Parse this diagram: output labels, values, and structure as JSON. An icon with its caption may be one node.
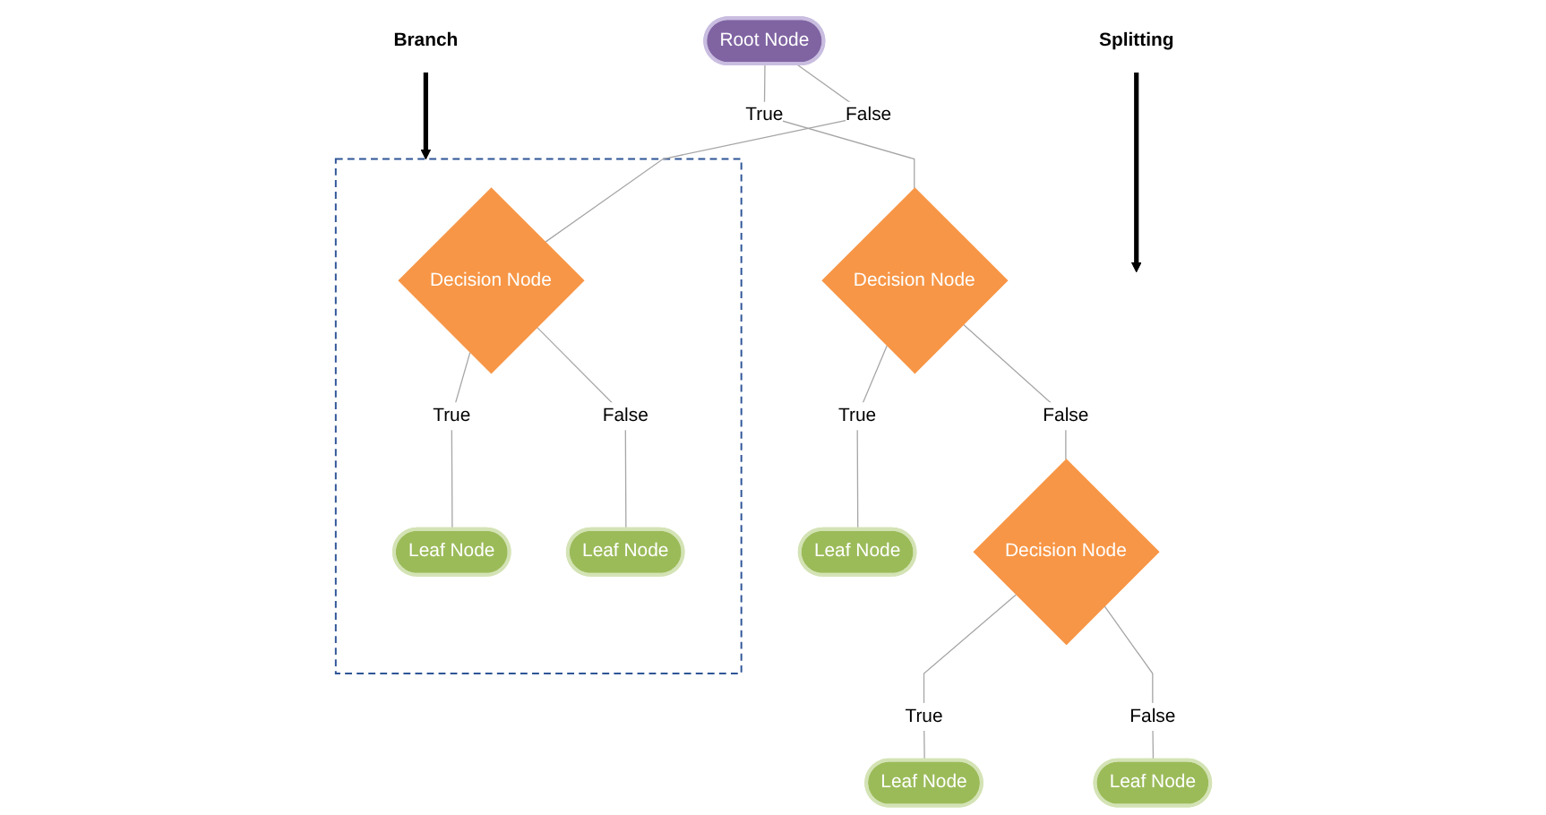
{
  "diagram": {
    "nodes": [
      {
        "text": [
          "Root Node"
        ]
      },
      {
        "text": [
          "Splitting"
        ]
      },
      {
        "text": [
          "Branch"
        ]
      },
      {
        "text": [
          "Decision Node"
        ]
      },
      {
        "text": [],
        "shape": "box"
      },
      {
        "text": [
          "Decision Node"
        ],
        "in": 4
      },
      {
        "text": [
          "Leaf Node"
        ]
      },
      {
        "text": [
          "Decision Node"
        ]
      },
      {
        "text": [
          "Leaf Node"
        ],
        "in": 4
      },
      {
        "text": [
          "Leaf Node"
        ],
        "in": 4
      },
      {
        "text": [
          "Leaf Node"
        ]
      },
      {
        "text": [
          "Leaf Node"
        ]
      }
    ],
    "edges": [
      {
        "from": 0,
        "to": 3,
        "arrow": "none",
        "label": "True"
      },
      {
        "from": 0,
        "to": 5,
        "arrow": "none",
        "label": "False"
      },
      {
        "from": 3,
        "to": 6,
        "arrow": "none",
        "label": "True"
      },
      {
        "from": 3,
        "to": 7,
        "arrow": "none",
        "label": "False"
      },
      {
        "from": 5,
        "to": 8,
        "arrow": "none",
        "label": "True"
      },
      {
        "from": 5,
        "to": 9,
        "arrow": "none",
        "label": "False"
      },
      {
        "from": 7,
        "to": 10,
        "arrow": "none",
        "label": "True"
      },
      {
        "from": 7,
        "to": 11,
        "arrow": "none",
        "label": "False"
      },
      {
        "from": 1,
        "to": null,
        "arrow": "to",
        "style": "thick",
        "color": "#000000"
      },
      {
        "from": 2,
        "to": 4,
        "arrow": "to",
        "style": "thick",
        "color": "#000000"
      }
    ]
  }
}
